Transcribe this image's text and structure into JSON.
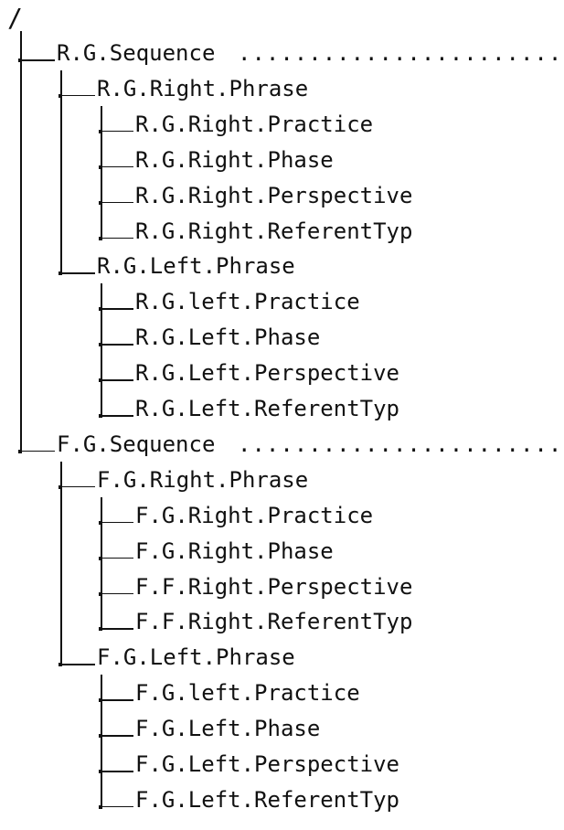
{
  "root": {
    "label": "/"
  },
  "sequences": [
    {
      "label": "R.G.Sequence",
      "phrases": [
        {
          "label": "R.G.Right.Phrase",
          "items": [
            "R.G.Right.Practice",
            "R.G.Right.Phase",
            "R.G.Right.Perspective",
            "R.G.Right.ReferentTyp"
          ]
        },
        {
          "label": "R.G.Left.Phrase",
          "items": [
            "R.G.left.Practice",
            "R.G.Left.Phase",
            "R.G.Left.Perspective",
            "R.G.Left.ReferentTyp"
          ]
        }
      ]
    },
    {
      "label": "F.G.Sequence",
      "phrases": [
        {
          "label": "F.G.Right.Phrase",
          "items": [
            "F.G.Right.Practice",
            "F.G.Right.Phase",
            "F.F.Right.Perspective",
            "F.F.Right.ReferentTyp"
          ]
        },
        {
          "label": "F.G.Left.Phrase",
          "items": [
            "F.G.left.Practice",
            "F.G.Left.Phase",
            "F.G.Left.Perspective",
            "F.G.Left.ReferentTyp"
          ]
        }
      ]
    }
  ],
  "leader_dots": "................................................"
}
